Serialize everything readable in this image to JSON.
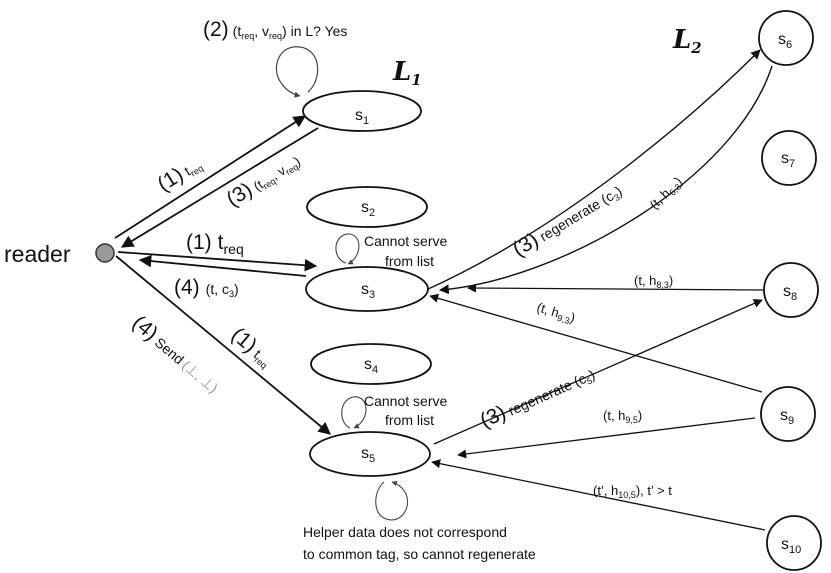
{
  "nodes": {
    "reader": "reader",
    "s1": {
      "main": "s",
      "sub": "1"
    },
    "s2": {
      "main": "s",
      "sub": "2"
    },
    "s3": {
      "main": "s",
      "sub": "3"
    },
    "s4": {
      "main": "s",
      "sub": "4"
    },
    "s5": {
      "main": "s",
      "sub": "5"
    },
    "s6": {
      "main": "s",
      "sub": "6"
    },
    "s7": {
      "main": "s",
      "sub": "7"
    },
    "s8": {
      "main": "s",
      "sub": "8"
    },
    "s9": {
      "main": "s",
      "sub": "9"
    },
    "s10": {
      "main": "s",
      "sub": "10"
    }
  },
  "groups": {
    "l1": {
      "main": "L",
      "sub": "1"
    },
    "l2": {
      "main": "L",
      "sub": "2"
    }
  },
  "labels": {
    "step2_num": "(2)",
    "step2_text": "(t",
    "step2_req1": "req",
    "step2_mid": ", v",
    "step2_req2": "req",
    "step2_end": ") in L? Yes",
    "s1_req_num": "(1)",
    "s1_req_t": "t",
    "s1_req_sub": "req",
    "s1_resp_num": "(3)",
    "s1_resp_a": "(t",
    "s1_resp_sub1": "req",
    "s1_resp_b": ", v",
    "s1_resp_sub2": "req",
    "s1_resp_c": ")",
    "s3_req_num": "(1)",
    "s3_req_t": "t",
    "s3_req_sub": "req",
    "s3_resp_num": "(4)",
    "s3_resp_a": "(t, c",
    "s3_resp_sub": "3",
    "s3_resp_c": ")",
    "cannot_serve_line1": "Cannot serve",
    "cannot_serve_line2": "from list",
    "cannot_serve5_line1": "Cannot serve",
    "cannot_serve5_line2": "from list",
    "send_num": "(4)",
    "send_text": "Send",
    "send_bot": "(⊥, ⊥)",
    "s5_req_num": "(1)",
    "s5_req_t": "t",
    "s5_req_sub": "req",
    "regen3_num": "(3)",
    "regen3_text": "regenerate (c",
    "regen3_sub": "3",
    "regen3_end": ")",
    "h63_a": "(t, h",
    "h63_sub": "6,3",
    "h63_c": ")",
    "h83_a": "(t, h",
    "h83_sub": "8,3",
    "h83_c": ")",
    "h93_a": "(t, h",
    "h93_sub": "9,3",
    "h93_c": ")",
    "regen5_num": "(3)",
    "regen5_text": "regenerate (c",
    "regen5_sub": "5",
    "regen5_end": ")",
    "h95_a": "(t, h",
    "h95_sub": "9,5",
    "h95_c": ")",
    "h105_a": "(t’, h",
    "h105_sub": "10,5",
    "h105_c": "), t’ > t",
    "helper_line1": "Helper data does not correspond",
    "helper_line2": "to common tag, so cannot regenerate"
  }
}
